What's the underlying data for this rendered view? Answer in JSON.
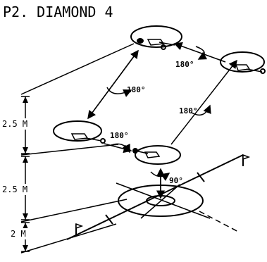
{
  "title": "P2. DIAMOND 4",
  "angles": {
    "top_right": "180°",
    "upper_middle": "180°",
    "right_middle": "180°",
    "lower_left": "180°",
    "center": "90°"
  },
  "heights": {
    "upper": "2.5 M",
    "middle": "2.5 M",
    "lower": "2 M"
  },
  "colors": {
    "ink": "#000000",
    "background": "#ffffff"
  }
}
